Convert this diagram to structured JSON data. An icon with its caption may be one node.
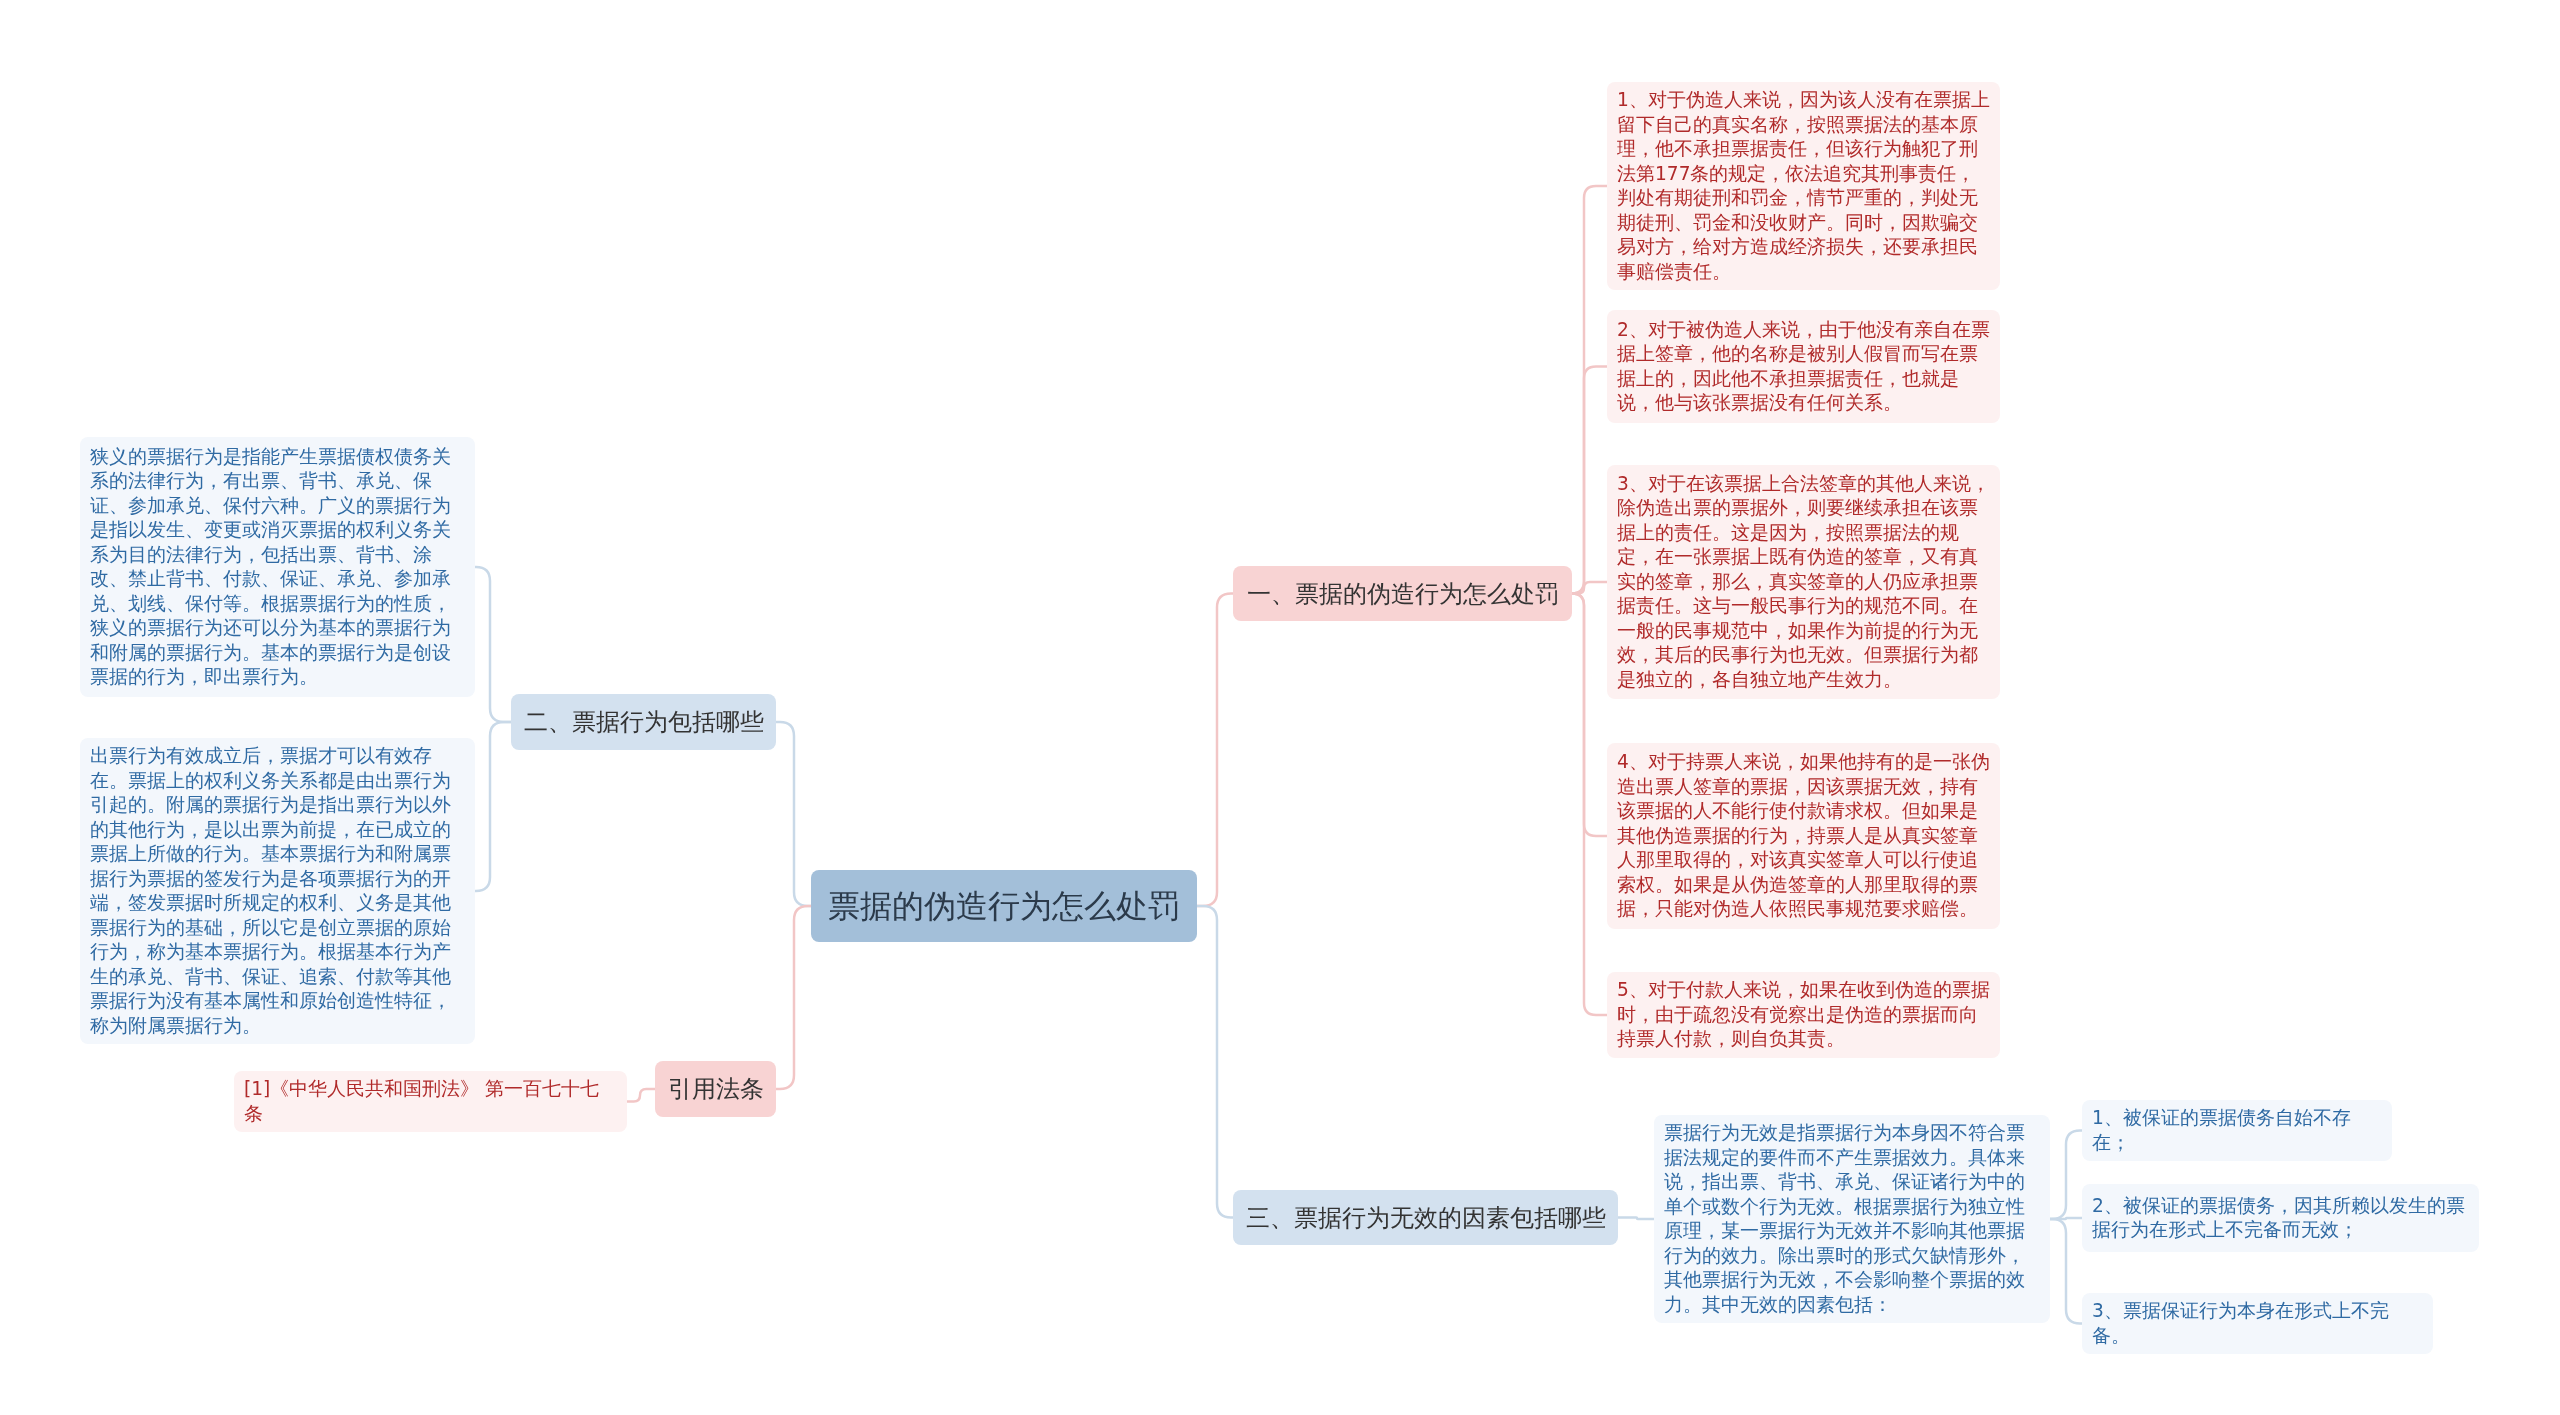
{
  "diagram": {
    "nodes": [
      {
        "text": [
          "票据的伪造行为怎么处罚"
        ]
      },
      {
        "text": [
          "一、票据的伪造行为怎么处罚"
        ]
      },
      {
        "text": [
          "1、对于伪造人来说，因为该人没有在票据上留下自己的真实名称，按照票据法的基本原理，他不承担票据责任，但该行为触犯了刑法第177条的规定，依法追究其刑事责任，判处有期徒刑和罚金，情节严重的，判处无期徒刑、罚金和没收财产。同时，因欺骗交易对方，给对方造成经济损失，还要承担民事赔偿责任。"
        ]
      },
      {
        "text": [
          "2、对于被伪造人来说，由于他没有亲自在票据上签章，他的名称是被别人假冒而写在票据上的，因此他不承担票据责任，也就是说，他与该张票据没有任何关系。"
        ]
      },
      {
        "text": [
          "3、对于在该票据上合法签章的其他人来说，除伪造出票的票据外，则要继续承担在该票据上的责任。这是因为，按照票据法的规定，在一张票据上既有伪造的签章，又有真实的签章，那么，真实签章的人仍应承担票据责任。这与一般民事行为的规范不同。在一般的民事规范中，如果作为前提的行为无效，其后的民事行为也无效。但票据行为都是独立的，各自独立地产生效力。"
        ]
      },
      {
        "text": [
          "4、对于持票人来说，如果他持有的是一张伪造出票人签章的票据，因该票据无效，持有该票据的人不能行使付款请求权。但如果是其他伪造票据的行为，持票人是从真实签章人那里取得的，对该真实签章人可以行使追索权。如果是从伪造签章的人那里取得的票据，只能对伪造人依照民事规范要求赔偿。"
        ]
      },
      {
        "text": [
          "5、对于付款人来说，如果在收到伪造的票据时，由于疏忽没有觉察出是伪造的票据而向持票人付款，则自负其责。"
        ]
      },
      {
        "text": [
          "三、票据行为无效的因素包括哪些"
        ]
      },
      {
        "text": [
          "票据行为无效是指票据行为本身因不符合票据法规定的要件而不产生票据效力。具体来说，指出票、背书、承兑、保证诸行为中的单个或数个行为无效。根据票据行为独立性原理，某一票据行为无效并不影响其他票据行为的效力。除出票时的形式欠缺情形外，其他票据行为无效，不会影响整个票据的效力。其中无效的因素包括："
        ]
      },
      {
        "text": [
          "1、被保证的票据债务自始不存在；"
        ]
      },
      {
        "text": [
          "2、被保证的票据债务，因其所赖以发生的票据行为在形式上不完备而无效；"
        ]
      },
      {
        "text": [
          "3、票据保证行为本身在形式上不完备。"
        ]
      },
      {
        "text": [
          "二、票据行为包括哪些"
        ]
      },
      {
        "text": [
          "狭义的票据行为是指能产生票据债权债务关系的法律行为，有出票、背书、承兑、保证、参加承兑、保付六种。广义的票据行为是指以发生、变更或消灭票据的权利义务关系为目的法律行为，包括出票、背书、涂改、禁止背书、付款、保证、承兑、参加承兑、划线、保付等。根据票据行为的性质，狭义的票据行为还可以分为基本的票据行为和附属的票据行为。基本的票据行为是创设票据的行为，即出票行为。"
        ]
      },
      {
        "text": [
          "出票行为有效成立后，票据才可以有效存在。票据上的权利义务关系都是由出票行为引起的。附属的票据行为是指出票行为以外的其他行为，是以出票为前提，在已成立的票据上所做的行为。基本票据行为和附属票据行为票据的签发行为是各项票据行为的开端，签发票据时所规定的权利、义务是其他票据行为的基础，所以它是创立票据的原始行为，称为基本票据行为。根据基本行为产生的承兑、背书、保证、追索、付款等其他票据行为没有基本属性和原始创造性特征，称为附属票据行为。"
        ]
      },
      {
        "text": [
          "引用法条"
        ]
      },
      {
        "text": [
          "[1]《中华人民共和国刑法》 第一百七十七条"
        ]
      }
    ],
    "edges": [
      {
        "from": 0,
        "to": 1,
        "arrow": "none",
        "color": "#f2c6c6"
      },
      {
        "from": 1,
        "to": 2,
        "arrow": "none",
        "color": "#f2c6c6"
      },
      {
        "from": 1,
        "to": 3,
        "arrow": "none",
        "color": "#f2c6c6"
      },
      {
        "from": 1,
        "to": 4,
        "arrow": "none",
        "color": "#f2c6c6"
      },
      {
        "from": 1,
        "to": 5,
        "arrow": "none",
        "color": "#f2c6c6"
      },
      {
        "from": 1,
        "to": 6,
        "arrow": "none",
        "color": "#f2c6c6"
      },
      {
        "from": 0,
        "to": 7,
        "arrow": "none"
      },
      {
        "from": 7,
        "to": 8,
        "arrow": "none"
      },
      {
        "from": 8,
        "to": 9,
        "arrow": "none"
      },
      {
        "from": 8,
        "to": 10,
        "arrow": "none"
      },
      {
        "from": 8,
        "to": 11,
        "arrow": "none"
      },
      {
        "from": 0,
        "to": 12,
        "arrow": "none"
      },
      {
        "from": 12,
        "to": 13,
        "arrow": "none"
      },
      {
        "from": 12,
        "to": 14,
        "arrow": "none"
      },
      {
        "from": 0,
        "to": 15,
        "arrow": "none",
        "color": "#f2c6c6"
      },
      {
        "from": 15,
        "to": 16,
        "arrow": "none",
        "color": "#f2c6c6"
      }
    ]
  }
}
